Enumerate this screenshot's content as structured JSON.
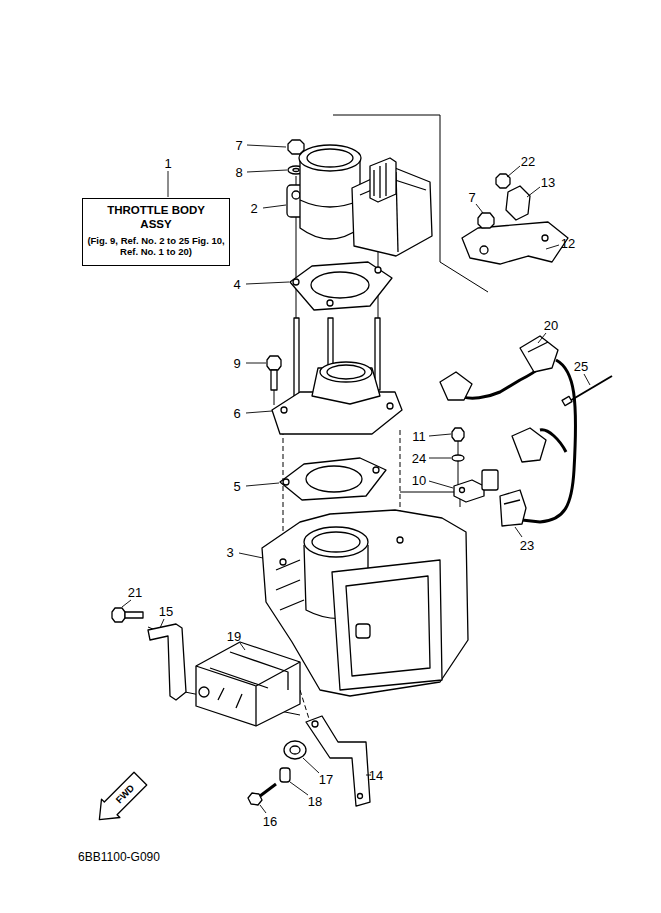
{
  "diagram": {
    "nodes": [
      {
        "text": [
          "THROTTLE BODY ASSY",
          "(Fig. 9, Ref. No. 2 to 25 Fig. 10, Ref. No. 1 to 20)"
        ]
      }
    ],
    "labels": [
      "1",
      "7",
      "8",
      "22",
      "13",
      "2",
      "7",
      "12",
      "4",
      "20",
      "9",
      "25",
      "6",
      "11",
      "24",
      "10",
      "5",
      "23",
      "3",
      "21",
      "15",
      "19",
      "17",
      "14",
      "18",
      "16",
      "FWD",
      "6BB1100-G090"
    ]
  }
}
